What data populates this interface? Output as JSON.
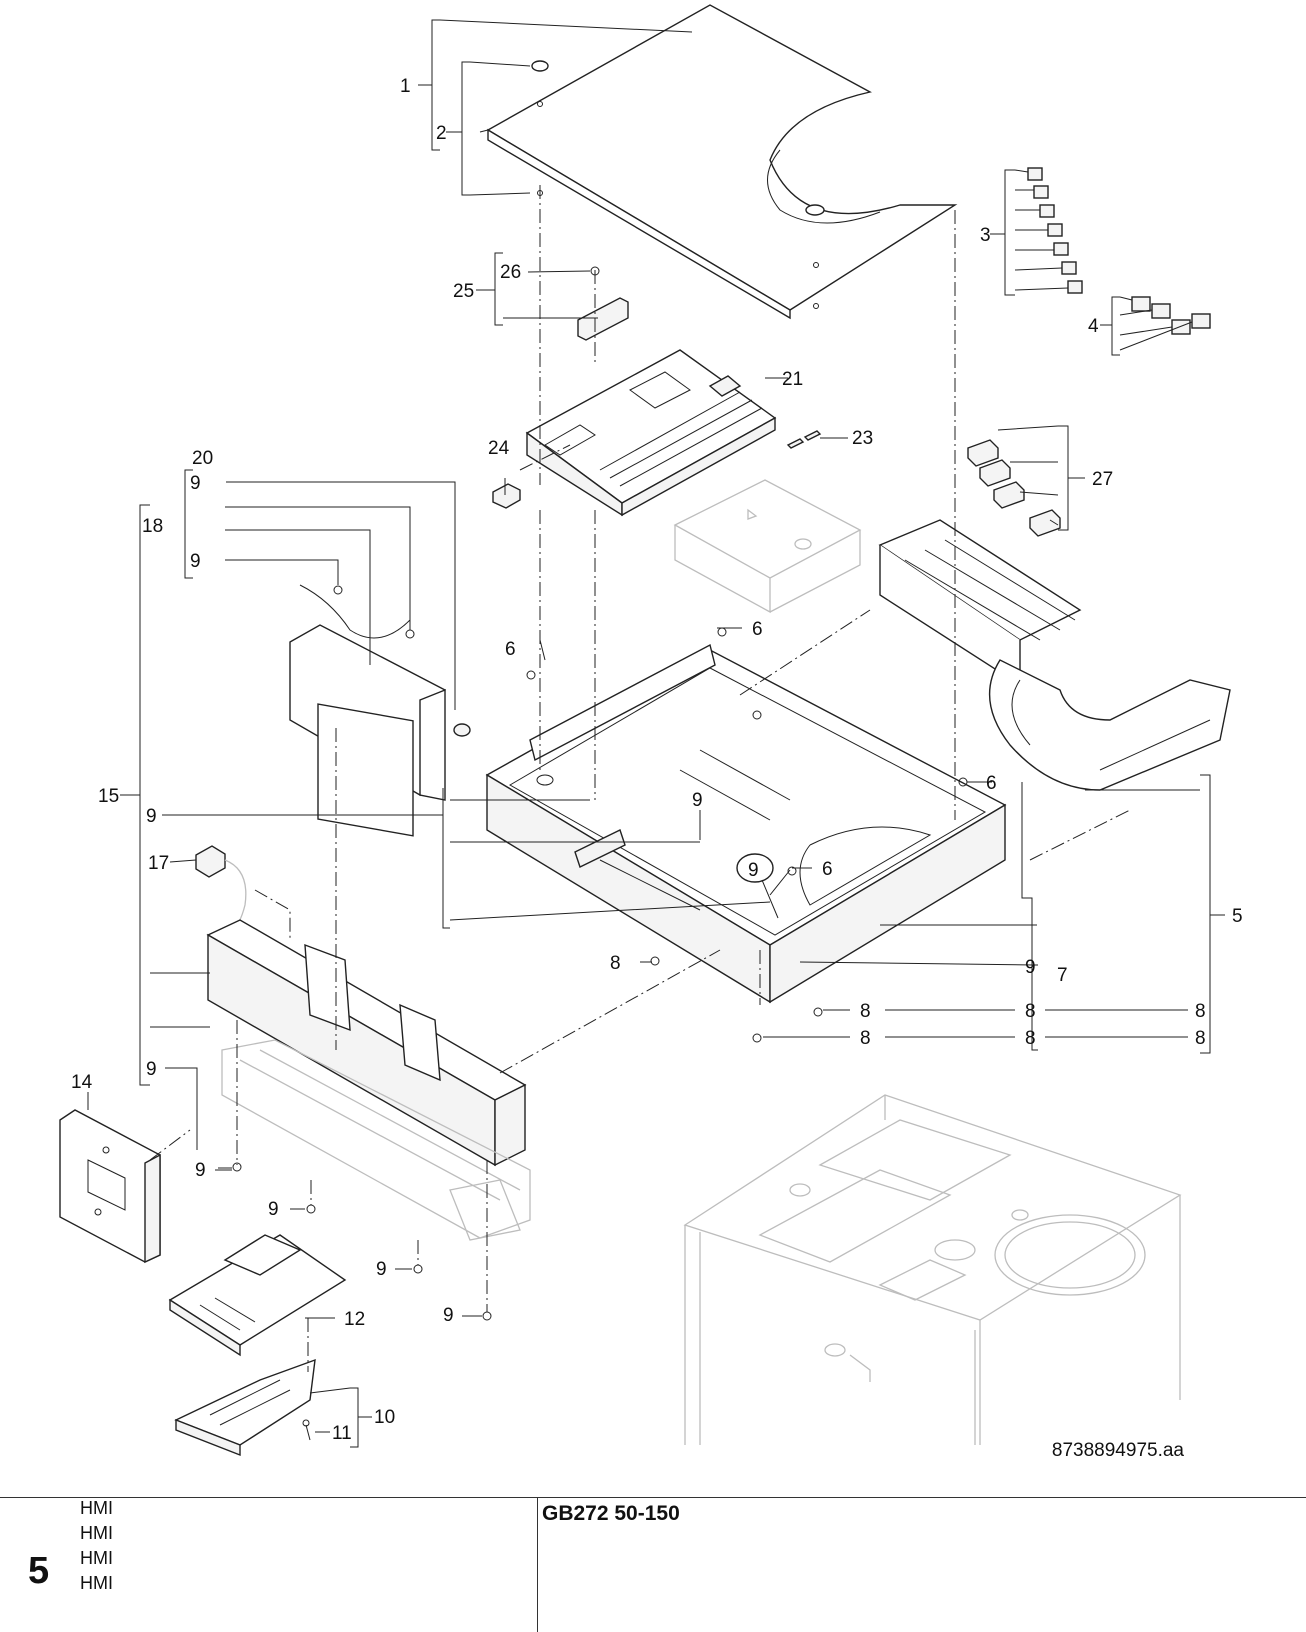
{
  "diagram": {
    "labels": [
      "1",
      "2",
      "3",
      "4",
      "5",
      "6",
      "7",
      "8",
      "9",
      "10",
      "11",
      "12",
      "14",
      "15",
      "17",
      "18",
      "20",
      "21",
      "23",
      "24",
      "25",
      "26",
      "27"
    ],
    "document_number": "8738894975.aa"
  },
  "footer": {
    "page_number": "5",
    "descriptions": [
      "HMI",
      "HMI",
      "HMI",
      "HMI"
    ],
    "model": "GB272 50-150"
  }
}
